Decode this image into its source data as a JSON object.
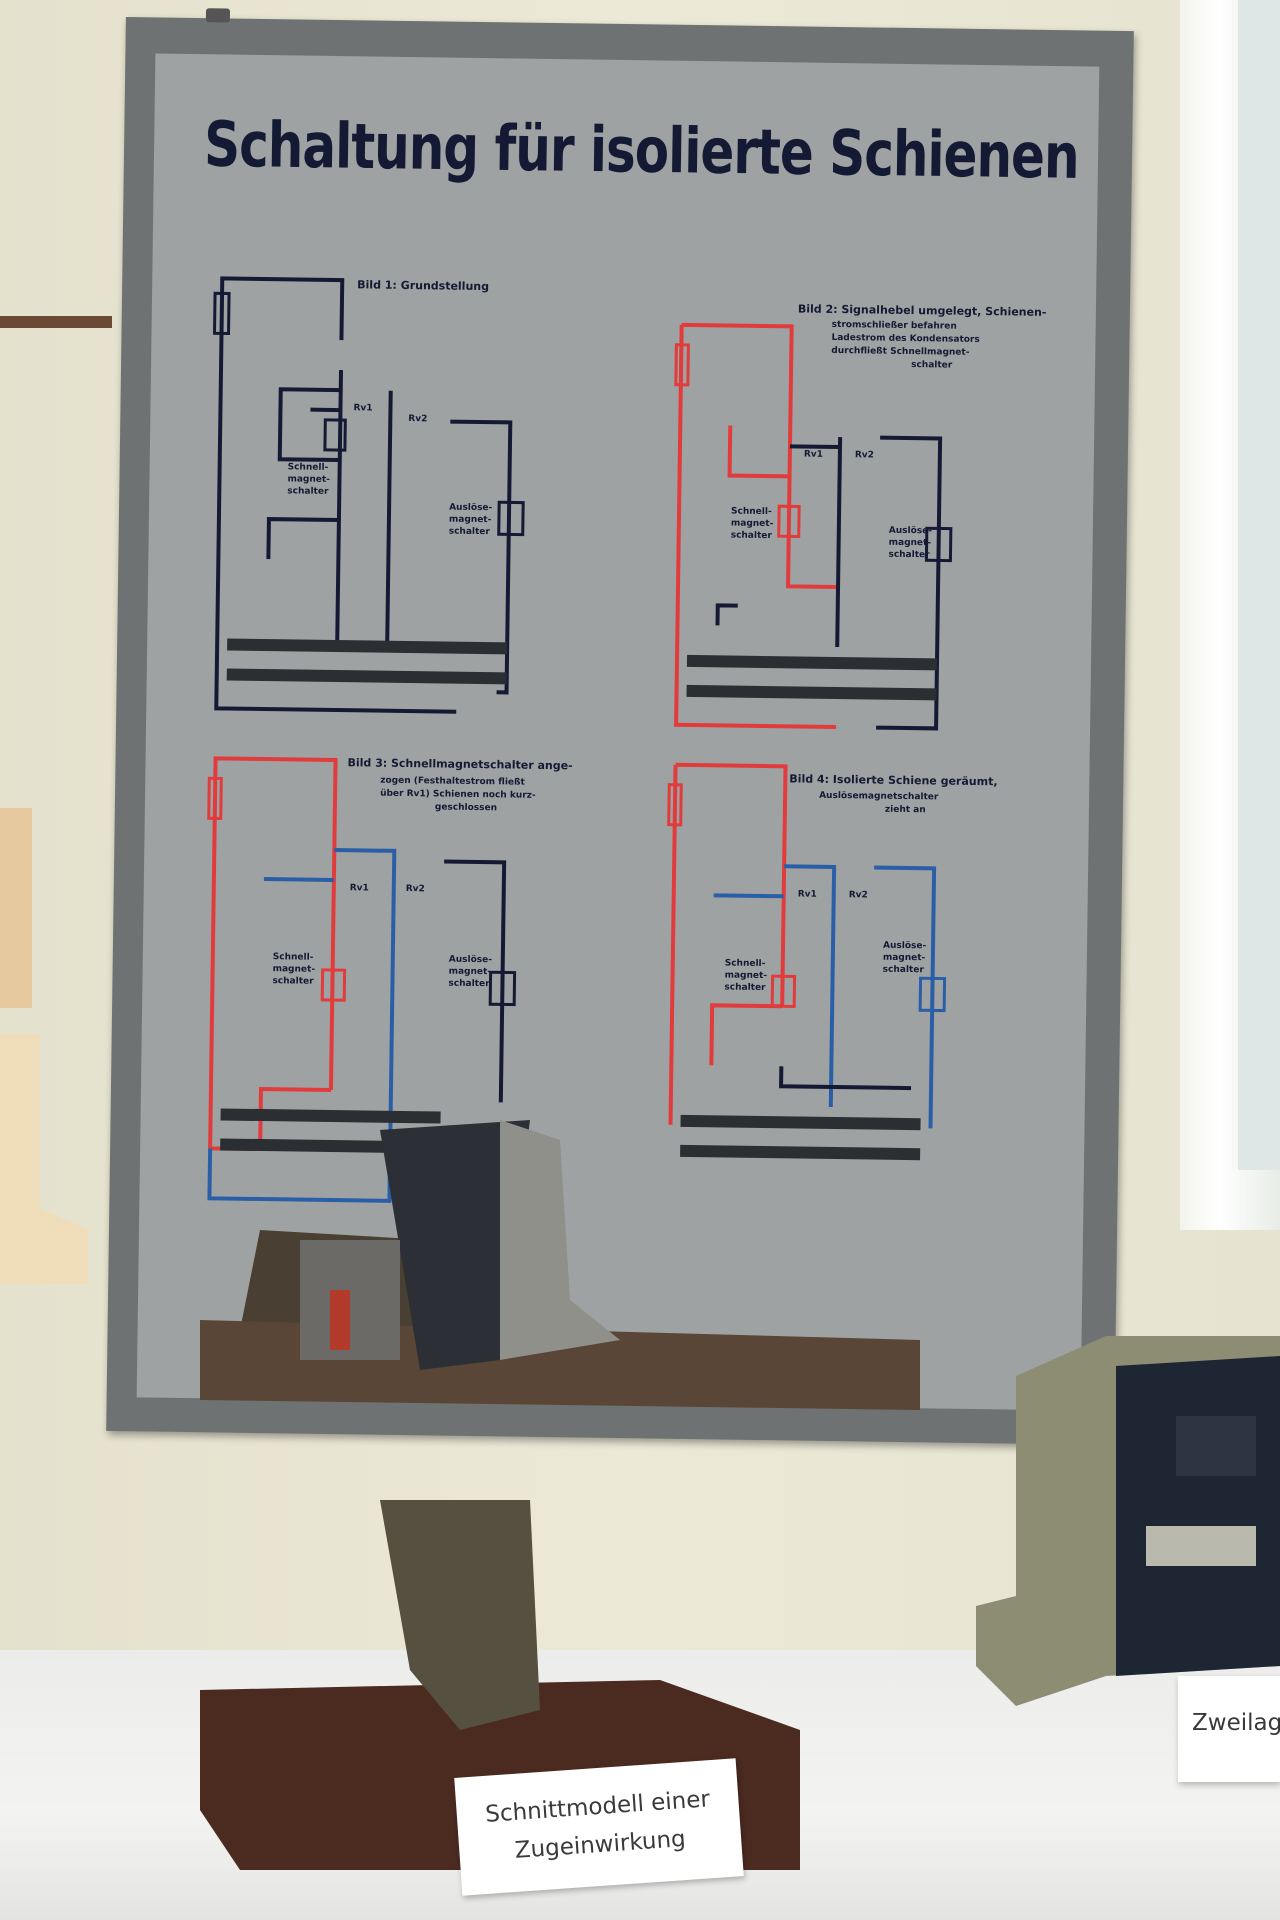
{
  "poster": {
    "title": "Schaltung für isolierte Schienen",
    "panels": [
      {
        "caption": "Bild 1: Grundstellung",
        "lines": []
      },
      {
        "caption": "Bild 2: Signalhebel umgelegt, Schienen-",
        "lines": [
          "stromschließer befahren",
          "Ladestrom des Kondensators",
          "durchfließt Schnellmagnet-",
          "schalter"
        ]
      },
      {
        "caption": "Bild 3: Schnellmagnetschalter ange-",
        "lines": [
          "zogen (Festhaltestrom fließt",
          "über Rv1) Schienen noch kurz-",
          "geschlossen"
        ]
      },
      {
        "caption": "Bild 4: Isolierte Schiene geräumt,",
        "lines": [
          "Auslösemagnetschalter",
          "zieht an"
        ]
      }
    ],
    "component_labels": {
      "rv1": "Rv1",
      "rv2": "Rv2",
      "schnell": [
        "Schnell-",
        "magnet-",
        "schalter"
      ],
      "ausloese": [
        "Auslöse-",
        "magnet-",
        "schalter"
      ]
    },
    "colors": {
      "board": "#9fa2a3",
      "frame": "#6f7273",
      "ink": "#141a33",
      "red": "#e23b3b",
      "blue": "#2a5fa8"
    }
  },
  "exhibit_card": {
    "line1": "Schnittmodell einer",
    "line2": "Zugeinwirkung"
  },
  "side_card": {
    "text": "Zweilag"
  }
}
